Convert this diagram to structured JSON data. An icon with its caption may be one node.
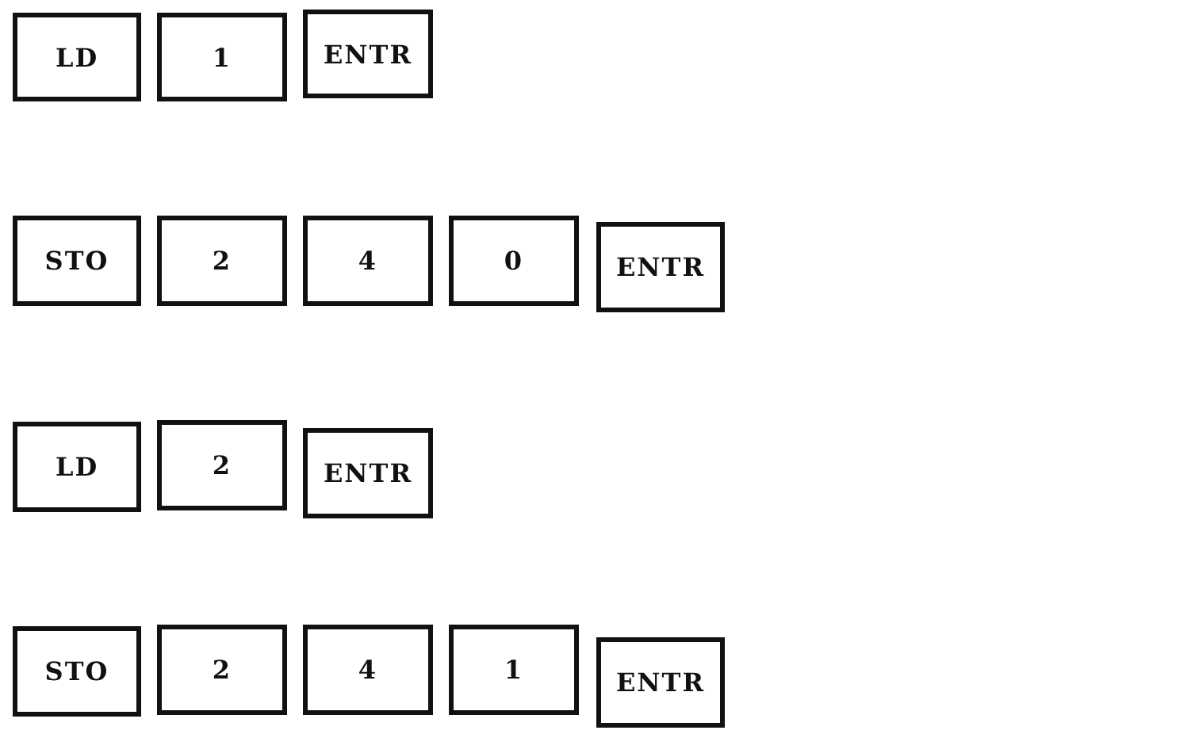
{
  "diagram": {
    "nodes": [
      {
        "text": [
          "LD"
        ]
      },
      {
        "text": [
          "1"
        ]
      },
      {
        "text": [
          "ENTR"
        ]
      },
      {
        "text": [
          "STO"
        ]
      },
      {
        "text": [
          "2"
        ]
      },
      {
        "text": [
          "4"
        ]
      },
      {
        "text": [
          "0"
        ]
      },
      {
        "text": [
          "ENTR"
        ]
      },
      {
        "text": [
          "LD"
        ]
      },
      {
        "text": [
          "2"
        ]
      },
      {
        "text": [
          "ENTR"
        ]
      },
      {
        "text": [
          "STO"
        ]
      },
      {
        "text": [
          "2"
        ]
      },
      {
        "text": [
          "4"
        ]
      },
      {
        "text": [
          "1"
        ]
      },
      {
        "text": [
          "ENTR"
        ]
      }
    ]
  }
}
